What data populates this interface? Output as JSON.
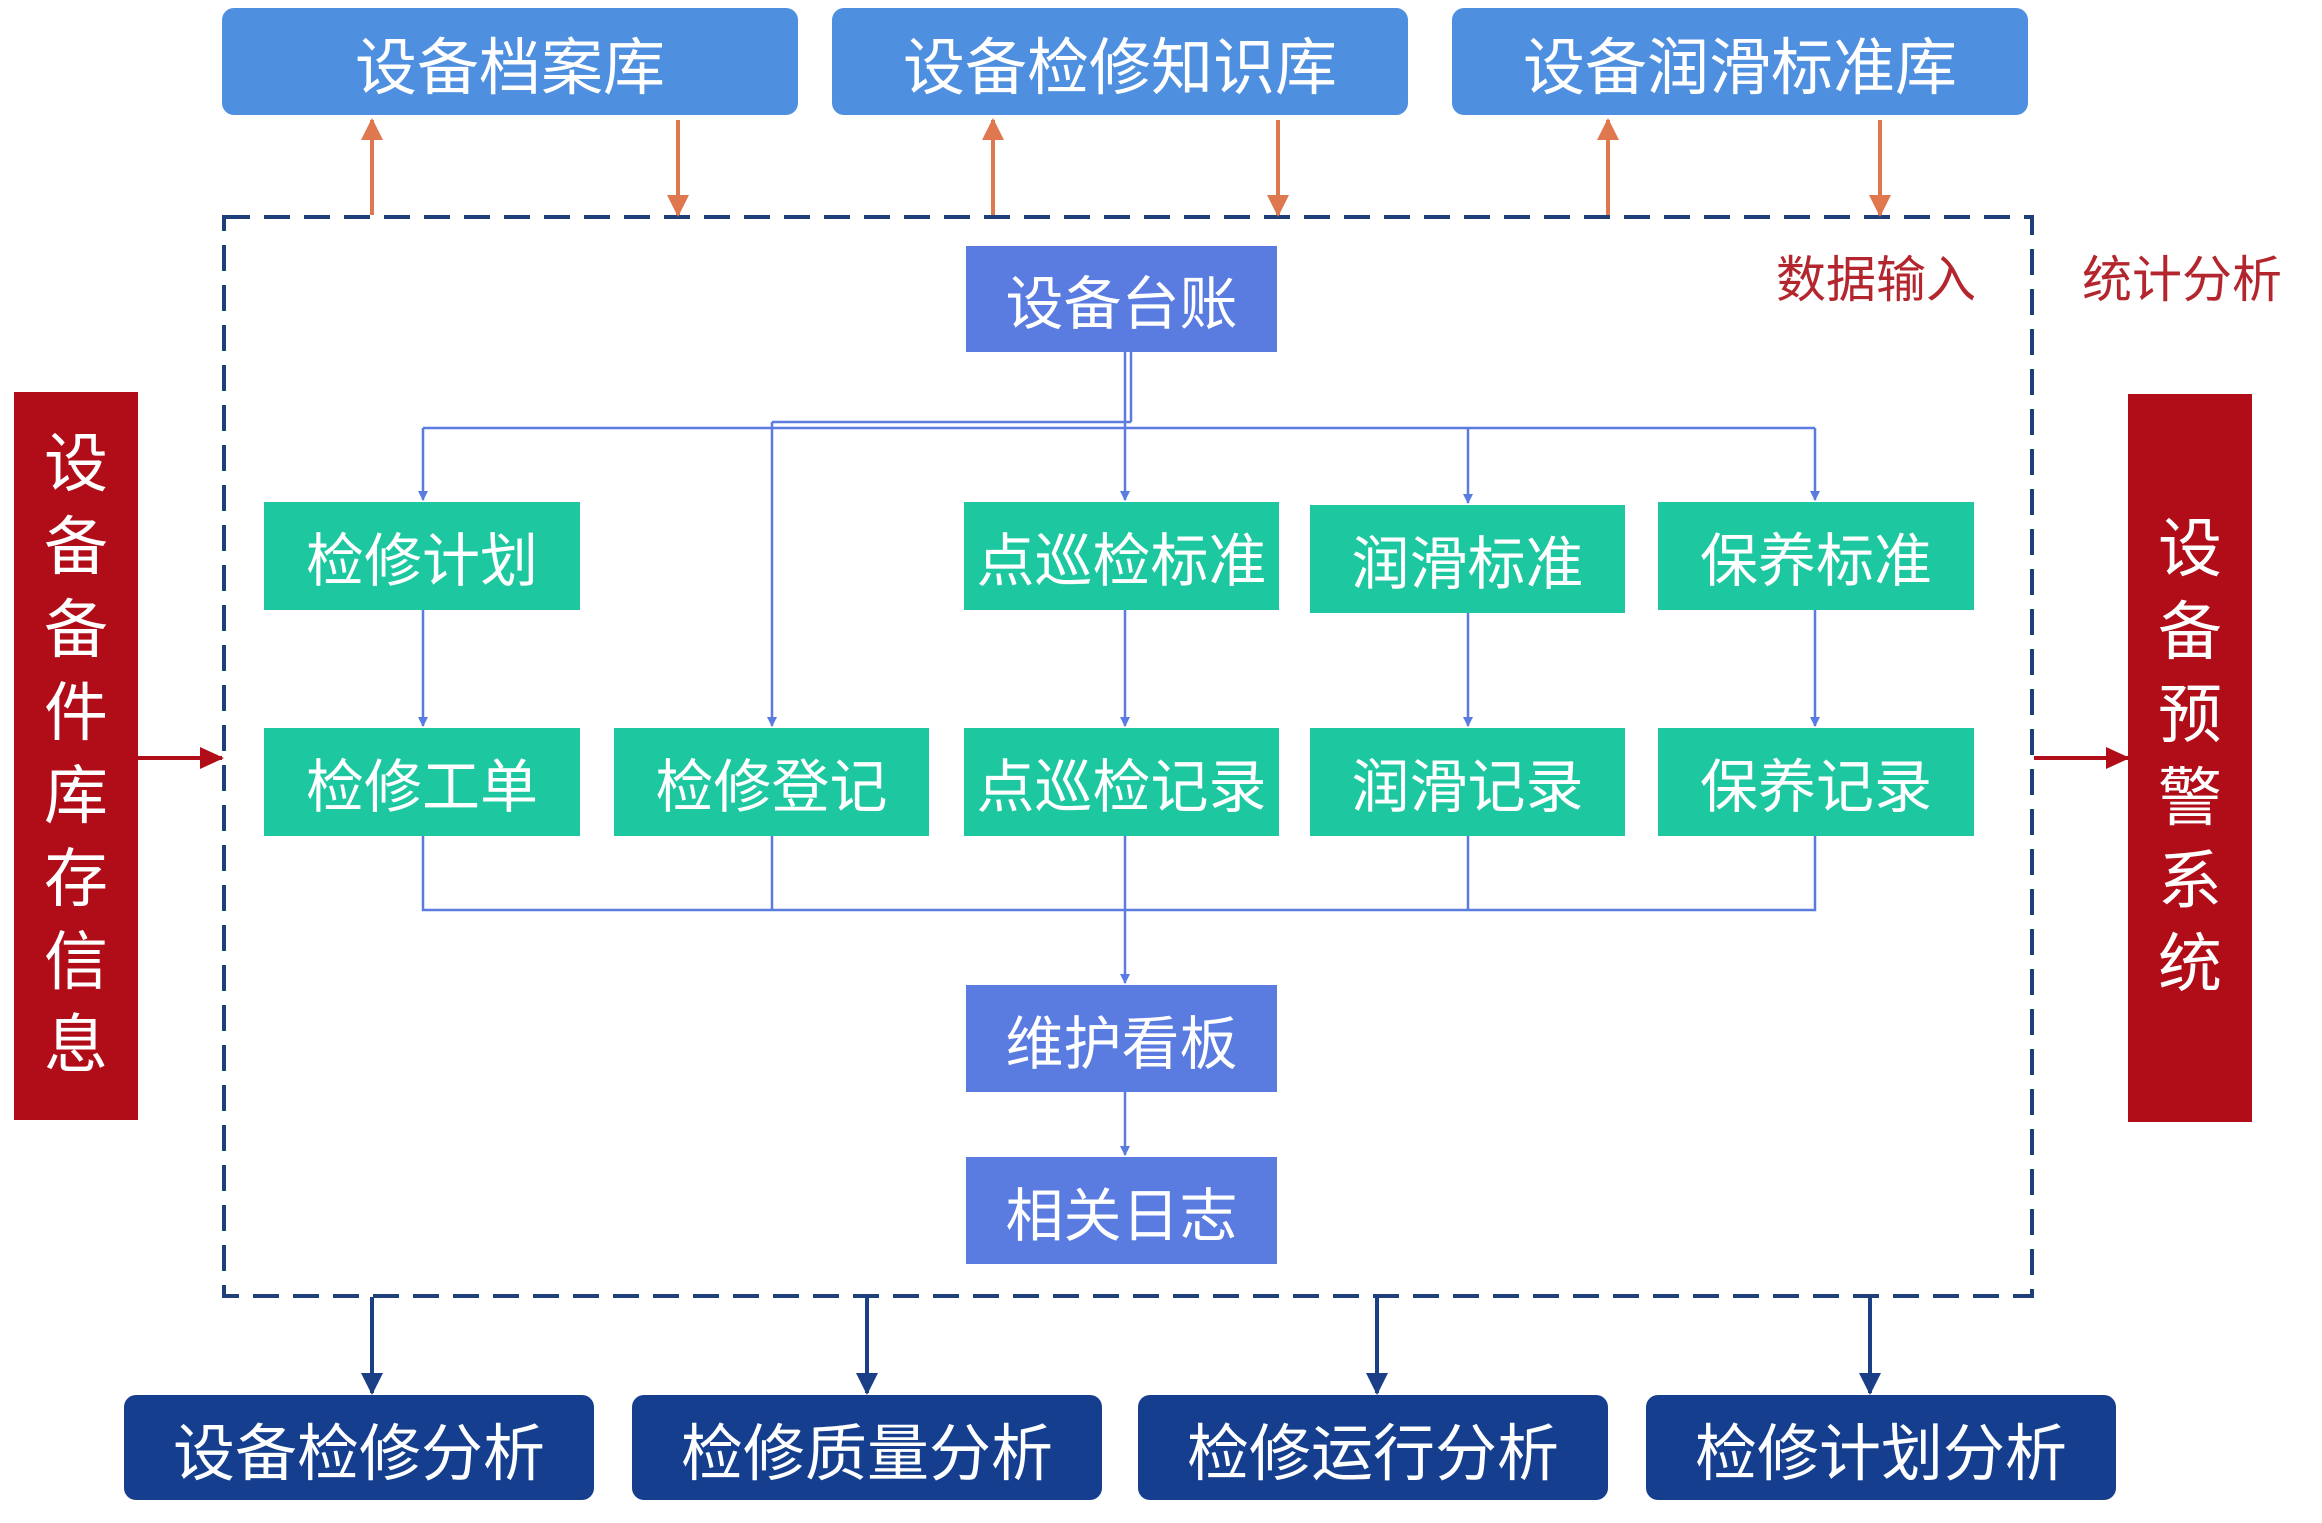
{
  "colors": {
    "top_db": "#4f8fe0",
    "core": "#5a7be0",
    "module": "#1dc8a0",
    "bottom": "#153f8e",
    "side": "#b10d19",
    "dashed_border": "#1f3f7a",
    "connector": "#5a7be0",
    "orange_arrow": "#e0784f",
    "red_label": "#b3262e"
  },
  "top_databases": [
    "设备档案库",
    "设备检修知识库",
    "设备润滑标准库"
  ],
  "labels": {
    "data_input": "数据输入",
    "statistical_analysis": "统计分析"
  },
  "left_side": "设备备件库存信息",
  "right_side": "设备预警系统",
  "ledger": "设备台账",
  "row1": [
    "检修计划",
    "点巡检标准",
    "润滑标准",
    "保养标准"
  ],
  "row2": [
    "检修工单",
    "检修登记",
    "点巡检记录",
    "润滑记录",
    "保养记录"
  ],
  "dashboard": "维护看板",
  "logs": "相关日志",
  "bottom_analyses": [
    "设备检修分析",
    "检修质量分析",
    "检修运行分析",
    "检修计划分析"
  ]
}
